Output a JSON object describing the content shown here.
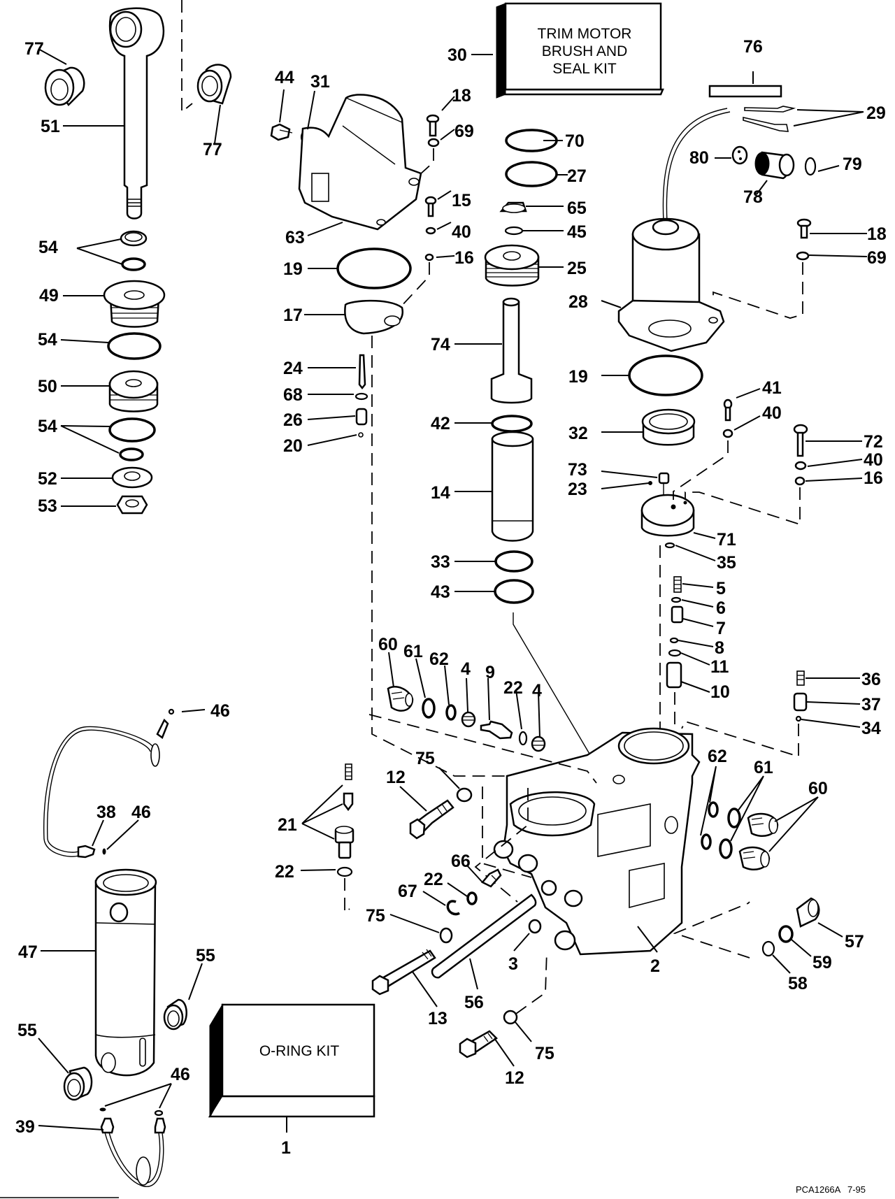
{
  "diagram": {
    "title": "Trim/Tilt Hydraulic Unit Exploded Parts Diagram",
    "reference_code": "PCA1266A",
    "revision_date": "7-95"
  },
  "kits": {
    "trim_motor_kit": {
      "number": "30",
      "line1": "TRIM MOTOR",
      "line2": "BRUSH AND",
      "line3": "SEAL KIT"
    },
    "oring_kit": {
      "number": "1",
      "label": "O-RING KIT"
    }
  },
  "callouts": {
    "c77a": "77",
    "c77b": "77",
    "c51": "51",
    "c54a": "54",
    "c49": "49",
    "c54b": "54",
    "c50": "50",
    "c54c": "54",
    "c52": "52",
    "c53": "53",
    "c44": "44",
    "c31": "31",
    "c63": "63",
    "c19a": "19",
    "c17": "17",
    "c24": "24",
    "c68": "68",
    "c26": "26",
    "c20": "20",
    "c18a": "18",
    "c69a": "69",
    "c15": "15",
    "c40a": "40",
    "c16a": "16",
    "c70": "70",
    "c27": "27",
    "c65": "65",
    "c45": "45",
    "c25": "25",
    "c74": "74",
    "c42": "42",
    "c14": "14",
    "c33": "33",
    "c43": "43",
    "c76": "76",
    "c29": "29",
    "c80": "80",
    "c78": "78",
    "c79": "79",
    "c18b": "18",
    "c69b": "69",
    "c28": "28",
    "c19b": "19",
    "c41": "41",
    "c40b": "40",
    "c32": "32",
    "c72": "72",
    "c40c": "40",
    "c16b": "16",
    "c73": "73",
    "c23": "23",
    "c71": "71",
    "c35": "35",
    "c5": "5",
    "c6": "6",
    "c7": "7",
    "c8": "8",
    "c11": "11",
    "c10": "10",
    "c36": "36",
    "c37": "37",
    "c34": "34",
    "c60a": "60",
    "c61a": "61",
    "c62a": "62",
    "c4a": "4",
    "c9": "9",
    "c22a": "22",
    "c4b": "4",
    "c62b": "62",
    "c61b": "61",
    "c60b": "60",
    "c46a": "46",
    "c38": "38",
    "c46b": "46",
    "c21": "21",
    "c22b": "22",
    "c12a": "12",
    "c75a": "75",
    "c66": "66",
    "c22c": "22",
    "c67": "67",
    "c75b": "75",
    "c3": "3",
    "c2": "2",
    "c57": "57",
    "c59": "59",
    "c58": "58",
    "c47": "47",
    "c55a": "55",
    "c55b": "55",
    "c13": "13",
    "c56": "56",
    "c12b": "12",
    "c75c": "75",
    "c46c": "46",
    "c39": "39"
  }
}
